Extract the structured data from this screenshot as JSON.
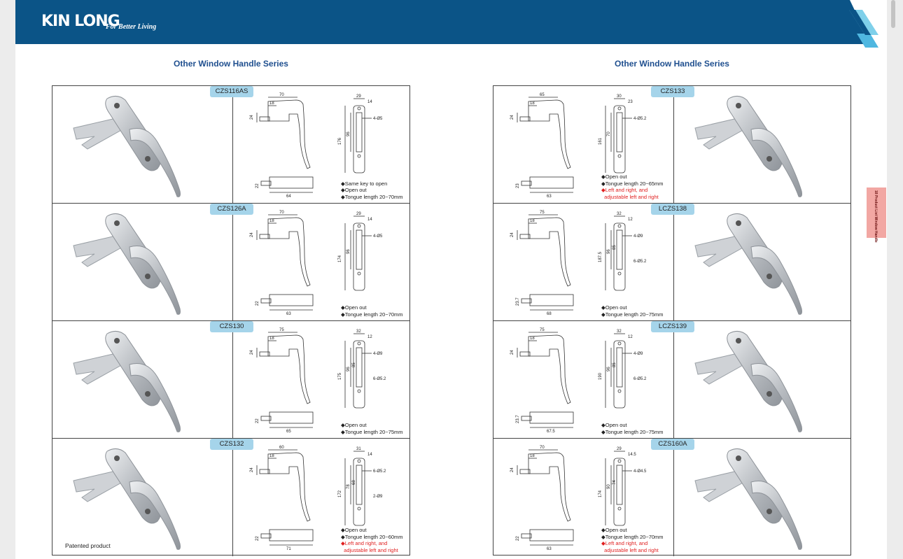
{
  "brand": {
    "name": "KIN LONG",
    "slogan": "For Better Living"
  },
  "side_tab": "18 Product List Window Handle",
  "left": {
    "title": "Other Window Handle Series",
    "items": [
      {
        "model": "CZS116AS",
        "dims": {
          "w": "70",
          "g": "18",
          "t": "24",
          "tl": "22",
          "tw": "64",
          "pw": "29",
          "pe": "14",
          "ph": "176",
          "pc": "96",
          "hole": "4-Ø5"
        },
        "notes": [
          {
            "text": "Same key to open",
            "red": false
          },
          {
            "text": "Open out",
            "red": false
          },
          {
            "text": "Tongue length 20~70mm",
            "red": false
          }
        ]
      },
      {
        "model": "CZS126A",
        "dims": {
          "w": "70",
          "g": "18",
          "t": "24",
          "tl": "22",
          "tw": "63",
          "pw": "29",
          "pe": "14",
          "ph": "174",
          "pc": "96",
          "hole": "4-Ø5"
        },
        "notes": [
          {
            "text": "Open out",
            "red": false
          },
          {
            "text": "Tongue length 20~70mm",
            "red": false
          }
        ]
      },
      {
        "model": "CZS130",
        "dims": {
          "w": "75",
          "g": "18",
          "t": "24",
          "tl": "22",
          "tw": "65",
          "pw": "32",
          "pe": "12",
          "ph": "175",
          "pc": "96",
          "pc2": "85",
          "hole": "4-Ø9",
          "hole2": "6-Ø5.2"
        },
        "notes": [
          {
            "text": "Open out",
            "red": false
          },
          {
            "text": "Tongue length 20~75mm",
            "red": false
          }
        ]
      },
      {
        "model": "CZS132",
        "dims": {
          "w": "60",
          "g": "18",
          "t": "24",
          "tl": "22",
          "tw": "71",
          "pw": "31",
          "pe": "14",
          "ph": "172",
          "pc": "78",
          "pc2": "68",
          "hole": "6-Ø5.2",
          "hole2": "2-Ø9"
        },
        "notes": [
          {
            "text": "Open out",
            "red": false
          },
          {
            "text": "Tongue length 20~60mm",
            "red": false
          },
          {
            "text": "Left and right, and",
            "red": true
          },
          {
            "text": "adjustable left and right",
            "red": true
          }
        ],
        "patent": "Patented product"
      }
    ]
  },
  "right": {
    "title": "Other Window Handle Series",
    "items": [
      {
        "model": "CZS133",
        "dims": {
          "w": "65",
          "g": "18",
          "t": "24",
          "tl": "23",
          "tw": "63",
          "pw": "30",
          "pe": "23",
          "ph": "161",
          "pc": "70",
          "hole": "4-Ø5.2"
        },
        "notes": [
          {
            "text": "Open out",
            "red": false
          },
          {
            "text": "Tongue length 20~65mm",
            "red": false
          },
          {
            "text": "Left and right, and",
            "red": true
          },
          {
            "text": "adjustable left and right",
            "red": true
          }
        ]
      },
      {
        "model": "LCZS138",
        "dims": {
          "w": "75",
          "g": "18",
          "t": "24",
          "tl": "23.7",
          "tw": "68",
          "pw": "32",
          "pe": "12",
          "ph": "187.5",
          "pc": "96",
          "pc2": "85",
          "hole": "4-Ø9",
          "hole2": "6-Ø5.2"
        },
        "notes": [
          {
            "text": "Open out",
            "red": false
          },
          {
            "text": "Tongue length 20~75mm",
            "red": false
          }
        ]
      },
      {
        "model": "LCZS139",
        "dims": {
          "w": "75",
          "g": "18",
          "t": "24",
          "tl": "23.7",
          "tw": "67.5",
          "pw": "32",
          "pe": "12",
          "ph": "190",
          "pc": "96",
          "pc2": "85",
          "hole": "4-Ø9",
          "hole2": "6-Ø5.2"
        },
        "notes": [
          {
            "text": "Open out",
            "red": false
          },
          {
            "text": "Tongue length 20~75mm",
            "red": false
          }
        ]
      },
      {
        "model": "CZS160A",
        "dims": {
          "w": "70",
          "g": "18",
          "t": "24",
          "tl": "22",
          "tw": "63",
          "pw": "29",
          "pe": "14.5",
          "ph": "174",
          "pc": "90",
          "pc2": "74",
          "hole": "4-Ø4.5"
        },
        "notes": [
          {
            "text": "Open out",
            "red": false
          },
          {
            "text": "Tongue length 20~70mm",
            "red": false
          },
          {
            "text": "Left and right, and",
            "red": true
          },
          {
            "text": "adjustable left and right",
            "red": true
          }
        ]
      }
    ]
  }
}
